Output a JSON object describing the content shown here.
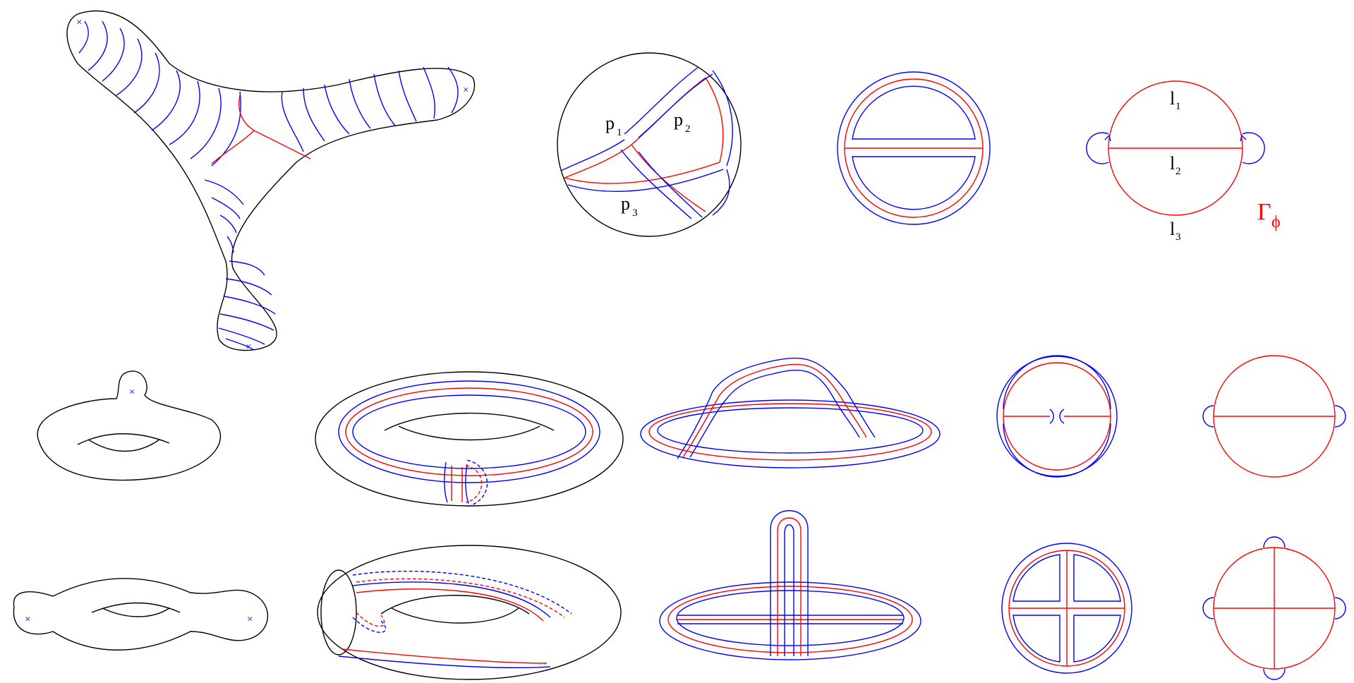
{
  "labels": {
    "p1": "p",
    "p1_sub": "1",
    "p2": "p",
    "p2_sub": "2",
    "p3": "p",
    "p3_sub": "3",
    "l1": "l",
    "l1_sub": "1",
    "l2": "l",
    "l2_sub": "2",
    "l3": "l",
    "l3_sub": "3",
    "gamma": "Γ",
    "gamma_sub": "ϕ"
  },
  "markers": {
    "cross": "×"
  },
  "colors": {
    "outline": "#000000",
    "foliation": "#0000ff",
    "graph": "#ff0000"
  }
}
